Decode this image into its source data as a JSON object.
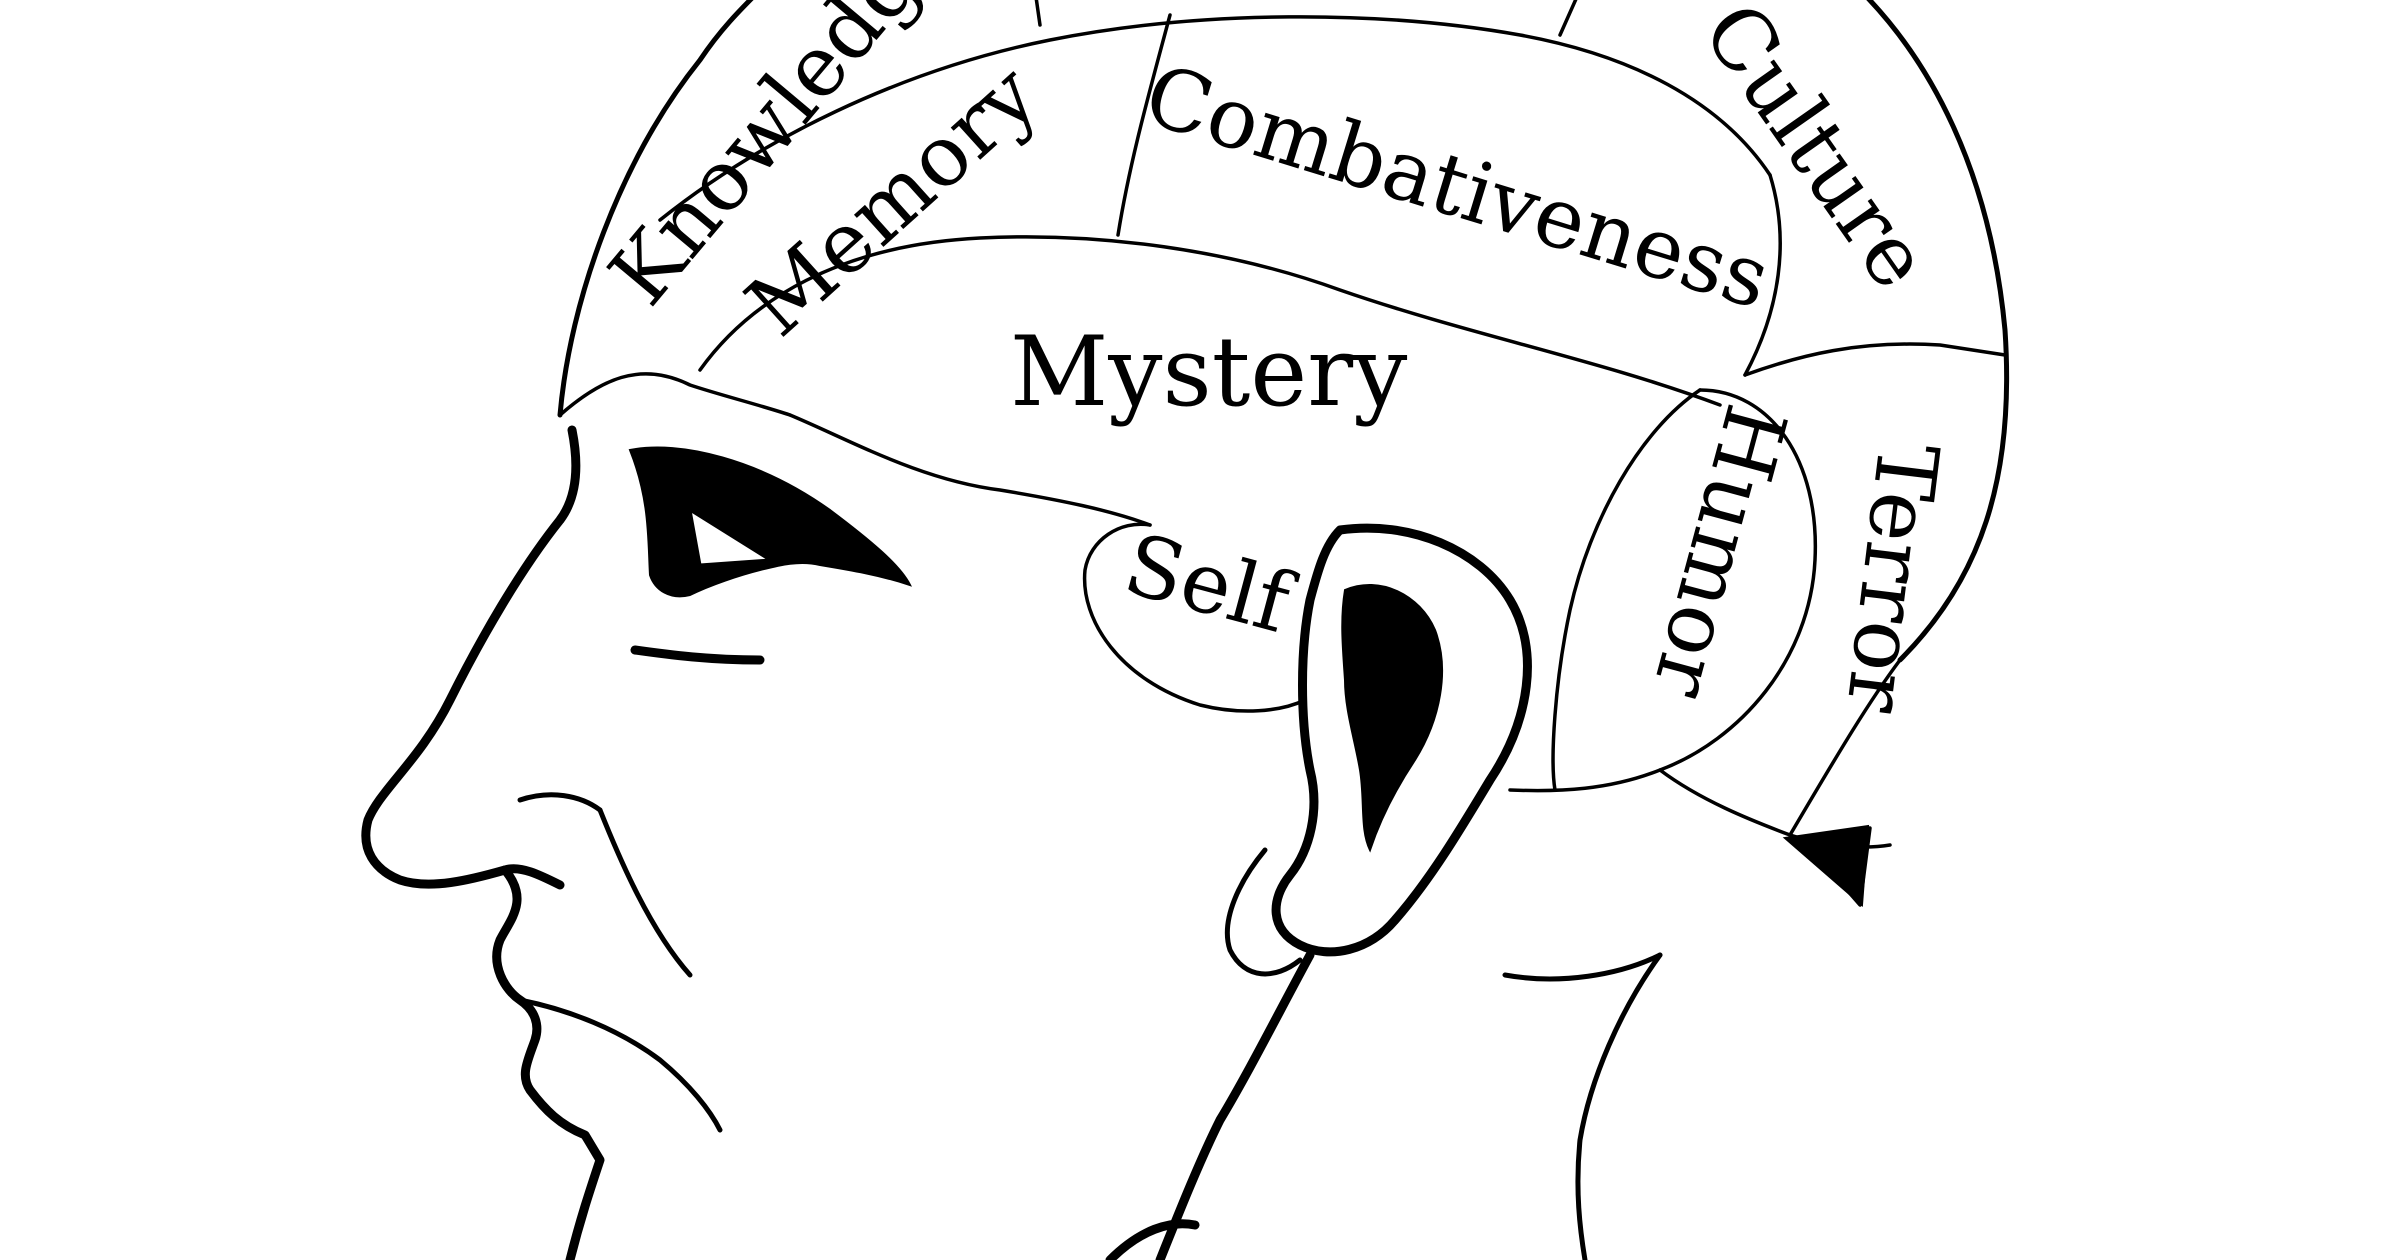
{
  "illustration": {
    "labels": {
      "knowledge": "Knowledge",
      "culture": "Culture",
      "memory": "Memory",
      "combativeness": "Combativeness",
      "mystery": "Mystery",
      "self": "Self",
      "humor": "Humor",
      "terror": "Terror"
    },
    "colors": {
      "ink": "#000000",
      "paper": "#ffffff"
    }
  }
}
